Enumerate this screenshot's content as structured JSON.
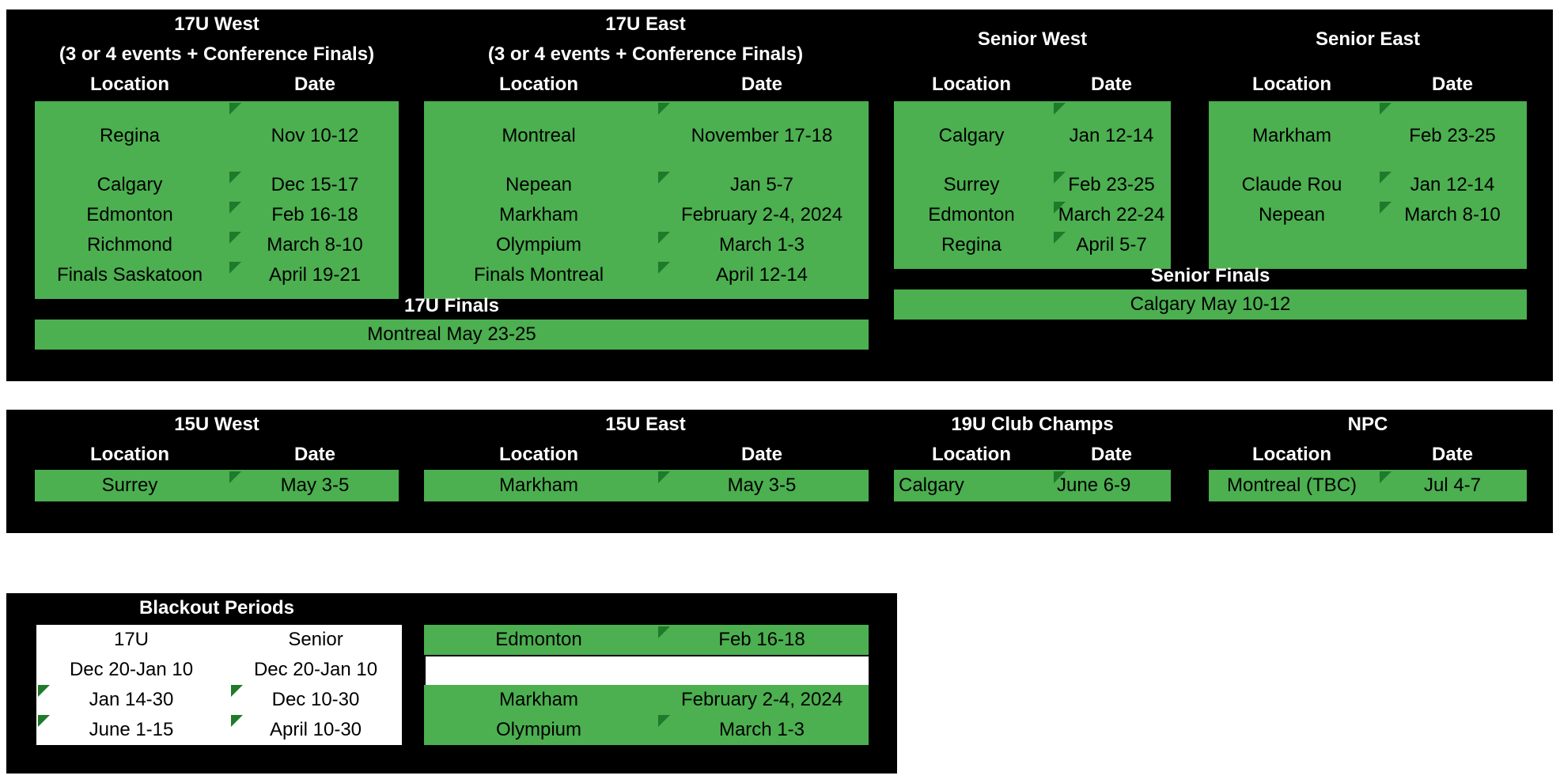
{
  "top_section": {
    "w17": {
      "title": "17U West",
      "subtitle": "(3 or 4 events + Conference Finals)",
      "col_location": "Location",
      "col_date": "Date",
      "rows": [
        {
          "location": "Regina",
          "date": "Nov 10-12"
        },
        {
          "location": "Calgary",
          "date": "Dec 15-17"
        },
        {
          "location": "Edmonton",
          "date": "Feb 16-18"
        },
        {
          "location": "Richmond",
          "date": "March 8-10"
        },
        {
          "location": "Finals Saskatoon",
          "date": "April 19-21"
        }
      ]
    },
    "e17": {
      "title": "17U East",
      "subtitle": "(3 or 4 events + Conference Finals)",
      "col_location": "Location",
      "col_date": "Date",
      "rows": [
        {
          "location": "Montreal",
          "date": "November 17-18"
        },
        {
          "location": "Nepean",
          "date": "Jan 5-7"
        },
        {
          "location": "Markham",
          "date": "February 2-4, 2024"
        },
        {
          "location": "Olympium",
          "date": "March 1-3"
        },
        {
          "location": "Finals Montreal",
          "date": "April 12-14"
        }
      ]
    },
    "sw": {
      "title": "Senior West",
      "col_location": "Location",
      "col_date": "Date",
      "rows": [
        {
          "location": "Calgary",
          "date": "Jan 12-14"
        },
        {
          "location": "Surrey",
          "date": "Feb 23-25"
        },
        {
          "location": "Edmonton",
          "date": "March 22-24"
        },
        {
          "location": "Regina",
          "date": "April 5-7"
        }
      ]
    },
    "se": {
      "title": "Senior East",
      "col_location": "Location",
      "col_date": "Date",
      "rows": [
        {
          "location": "Markham",
          "date": "Feb 23-25"
        },
        {
          "location": "Claude Rou",
          "date": "Jan 12-14"
        },
        {
          "location": "Nepean",
          "date": "March 8-10"
        }
      ]
    },
    "finals17": {
      "title": "17U Finals",
      "value": "Montreal May 23-25"
    },
    "senior_finals": {
      "title": "Senior Finals",
      "value": "Calgary May 10-12"
    }
  },
  "mid_section": {
    "w15": {
      "title": "15U West",
      "col_location": "Location",
      "col_date": "Date",
      "location": "Surrey",
      "date": "May 3-5"
    },
    "e15": {
      "title": "15U East",
      "col_location": "Location",
      "col_date": "Date",
      "location": "Markham",
      "date": "May 3-5"
    },
    "club19": {
      "title": "19U Club Champs",
      "col_location": "Location",
      "col_date": "Date",
      "location": "Calgary",
      "date": "June 6-9"
    },
    "npc": {
      "title": "NPC",
      "col_location": "Location",
      "col_date": "Date",
      "location": "Montreal  (TBC)",
      "date": "Jul 4-7"
    }
  },
  "bottom_section": {
    "blackout": {
      "title": "Blackout Periods",
      "col_17u": "17U",
      "col_senior": "Senior",
      "rows": [
        {
          "u17": "Dec 20-Jan 10",
          "senior": "Dec 20-Jan 10"
        },
        {
          "u17": "Jan 14-30",
          "senior": "Dec 10-30"
        },
        {
          "u17": "June 1-15",
          "senior": "April 10-30"
        }
      ]
    },
    "side_list": [
      {
        "location": "Edmonton",
        "date": "Feb 16-18"
      },
      {
        "location": "",
        "date": ""
      },
      {
        "location": "Markham",
        "date": "February 2-4, 2024"
      },
      {
        "location": "Olympium",
        "date": "March 1-3"
      }
    ]
  },
  "colors": {
    "background_block": "#000000",
    "cell_green": "#4caf50",
    "comment_marker": "#1f7a2a",
    "header_text": "#ffffff"
  }
}
